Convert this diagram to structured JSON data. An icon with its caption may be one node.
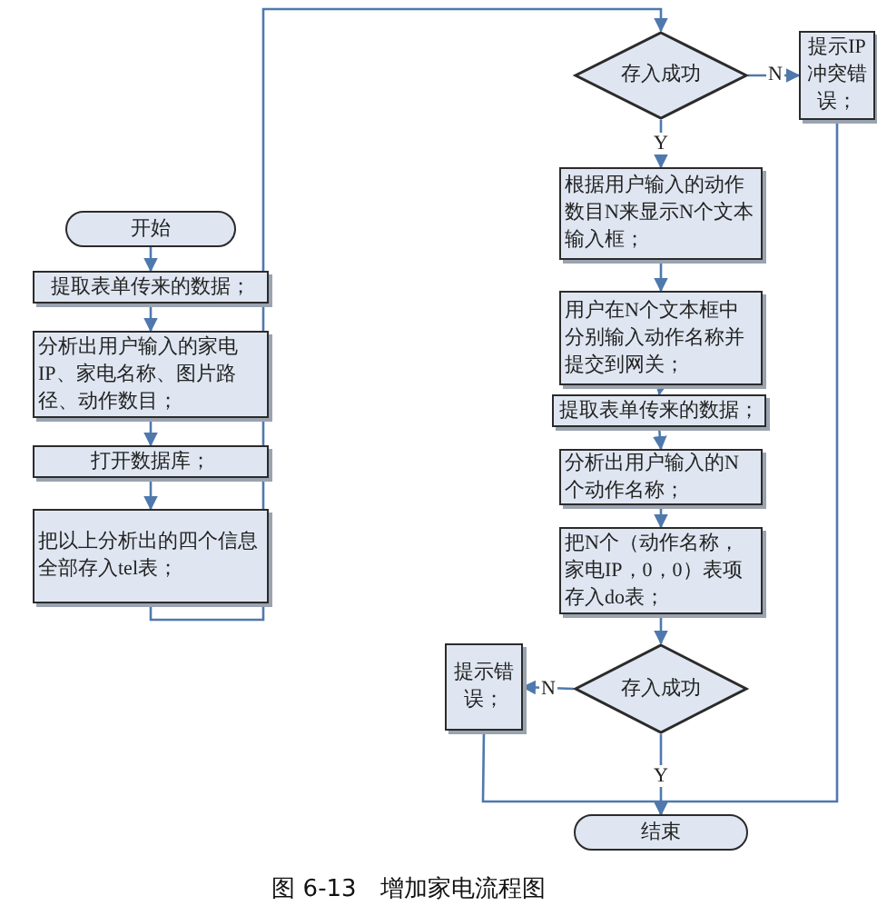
{
  "diagram": {
    "caption": "图 6-13　增加家电流程图",
    "nodes": [
      {
        "text": [
          "开始"
        ]
      },
      {
        "text": [
          "提取表单传来的数据；"
        ]
      },
      {
        "text": [
          "分析出用户输入的家电IP、家电名称、图片路径、动作数目；"
        ]
      },
      {
        "text": [
          "打开数据库；"
        ]
      },
      {
        "text": [
          "把以上分析出的四个信息全部存入tel表；"
        ]
      },
      {
        "text": [
          "存入成功"
        ]
      },
      {
        "text": [
          "提示IP冲突错误；"
        ]
      },
      {
        "text": [
          "根据用户输入的动作数目N来显示N个文本输入框；"
        ]
      },
      {
        "text": [
          "用户在N个文本框中分别输入动作名称并提交到网关；"
        ]
      },
      {
        "text": [
          "提取表单传来的数据；"
        ]
      },
      {
        "text": [
          "分析出用户输入的N个动作名称；"
        ]
      },
      {
        "text": [
          "把N个（动作名称，家电IP，0，0）表项存入do表；"
        ]
      },
      {
        "text": [
          "存入成功"
        ]
      },
      {
        "text": [
          "提示错误；"
        ]
      },
      {
        "text": [
          "结束"
        ]
      }
    ],
    "edges": [
      {
        "from": 0,
        "to": 1,
        "arrow": "to"
      },
      {
        "from": 1,
        "to": 2,
        "arrow": "to"
      },
      {
        "from": 2,
        "to": 3,
        "arrow": "to"
      },
      {
        "from": 3,
        "to": 4,
        "arrow": "to"
      },
      {
        "from": 4,
        "to": 5,
        "arrow": "to"
      },
      {
        "from": 5,
        "to": 6,
        "arrow": "to",
        "label": "N"
      },
      {
        "from": 5,
        "to": 7,
        "arrow": "to",
        "label": "Y"
      },
      {
        "from": 7,
        "to": 8,
        "arrow": "to"
      },
      {
        "from": 8,
        "to": 9,
        "arrow": "to"
      },
      {
        "from": 9,
        "to": 10,
        "arrow": "to"
      },
      {
        "from": 10,
        "to": 11,
        "arrow": "to"
      },
      {
        "from": 11,
        "to": 12,
        "arrow": "to"
      },
      {
        "from": 12,
        "to": 13,
        "arrow": "to",
        "label": "N"
      },
      {
        "from": 12,
        "to": 14,
        "arrow": "to",
        "label": "Y"
      },
      {
        "from": 13,
        "to": 14,
        "arrow": "to"
      },
      {
        "from": 6,
        "to": 14,
        "arrow": "to"
      }
    ]
  }
}
